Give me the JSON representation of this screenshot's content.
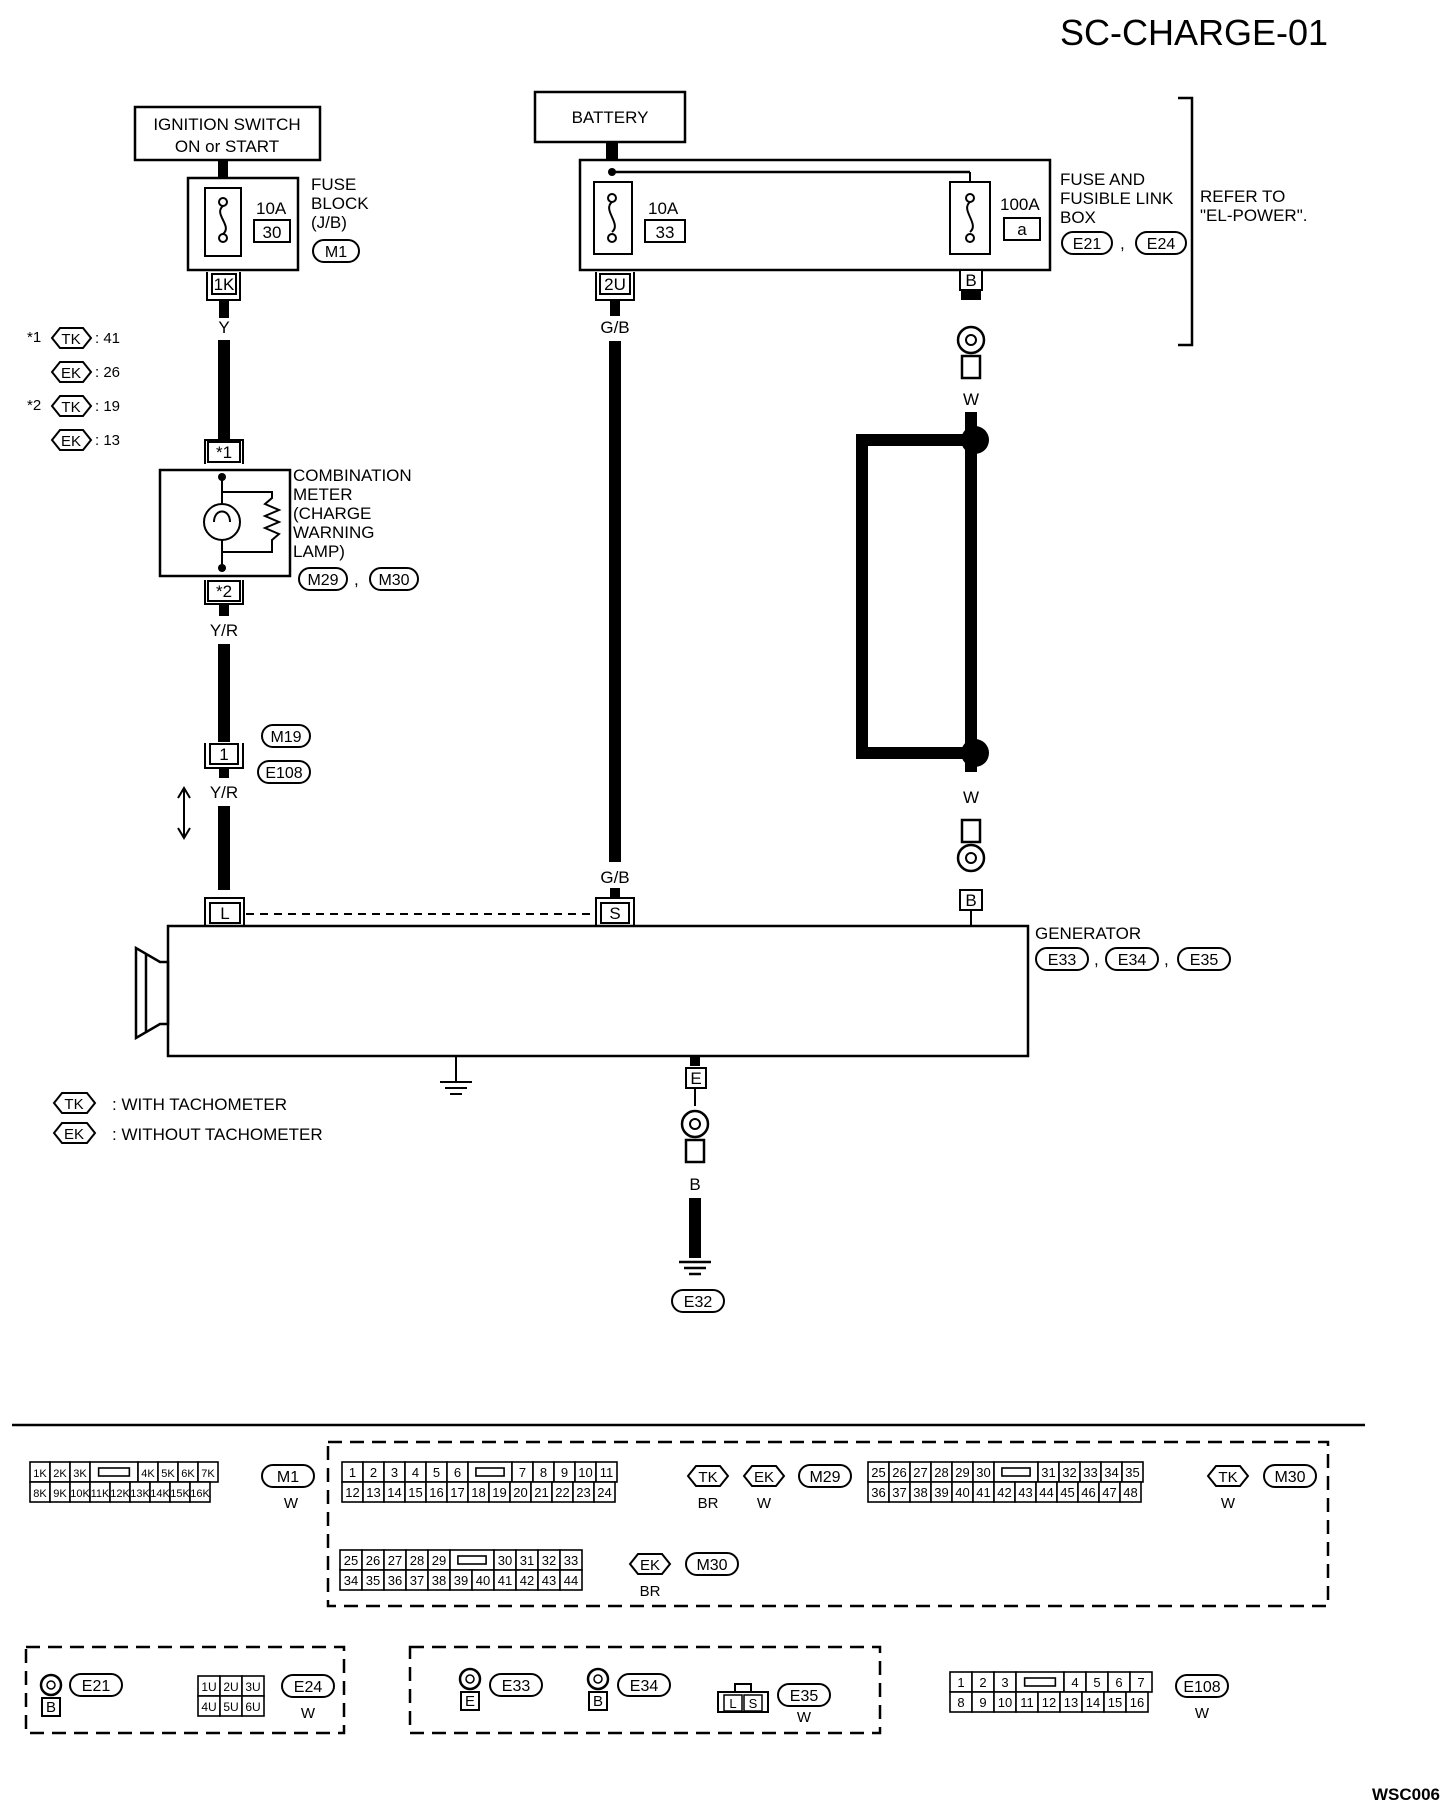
{
  "title": "SC-CHARGE-01",
  "figure_code": "WSC006",
  "components": {
    "ignition_line1": "IGNITION SWITCH",
    "ignition_line2": "ON or START",
    "battery": "BATTERY",
    "fuse_block": [
      "FUSE",
      "BLOCK",
      "(J/B)"
    ],
    "fuse_block_amp": "10A",
    "fuse_block_no": "30",
    "fuse_block_conn": "M1",
    "fuse_link_box": [
      "FUSE AND",
      "FUSIBLE LINK",
      "BOX"
    ],
    "fuse_link_amp": "10A",
    "fuse_link_no": "33",
    "fusible_link_amp": "100A",
    "fusible_link_id": "a",
    "fuse_link_conns": [
      "E21",
      "E24"
    ],
    "refer_to": [
      "REFER TO",
      "\"EL-POWER\"."
    ],
    "comb_meter": [
      "COMBINATION",
      "METER",
      "(CHARGE",
      "WARNING",
      "LAMP)"
    ],
    "comb_meter_conns": [
      "M29",
      "M30"
    ],
    "generator": "GENERATOR",
    "generator_conns": [
      "E33",
      "E34",
      "E35"
    ],
    "ground_conn": "E32"
  },
  "terminals": {
    "t1k": "1K",
    "t2u": "2U",
    "tB": "B",
    "star1": "*1",
    "star2": "*2",
    "t1": "1",
    "tL": "L",
    "tS": "S",
    "tB2": "B",
    "tE": "E",
    "tB3": "B"
  },
  "wires": {
    "y": "Y",
    "gb1": "G/B",
    "w1": "W",
    "yr1": "Y/R",
    "yr2": "Y/R",
    "w2": "W",
    "gb2": "G/B",
    "b": "B"
  },
  "joint_conns": [
    "M19",
    "E108"
  ],
  "pin_notes": [
    {
      "prefix": "*1",
      "badge": "TK",
      "pin": ": 41"
    },
    {
      "prefix": "",
      "badge": "EK",
      "pin": ": 26"
    },
    {
      "prefix": "*2",
      "badge": "TK",
      "pin": ": 19"
    },
    {
      "prefix": "",
      "badge": "EK",
      "pin": ": 13"
    }
  ],
  "legend": [
    {
      "badge": "TK",
      "text": ": WITH TACHOMETER"
    },
    {
      "badge": "EK",
      "text": ": WITHOUT TACHOMETER"
    }
  ],
  "connectors": {
    "m1": {
      "top": [
        "1K",
        "2K",
        "3K",
        "",
        "4K",
        "5K",
        "6K",
        "7K"
      ],
      "bottom": [
        "8K",
        "9K",
        "10K",
        "11K",
        "12K",
        "13K",
        "14K",
        "15K",
        "16K"
      ],
      "id": "M1",
      "color": "W"
    },
    "m29": {
      "top": [
        "1",
        "2",
        "3",
        "4",
        "5",
        "6",
        "",
        "7",
        "8",
        "9",
        "10",
        "11"
      ],
      "bottom": [
        "12",
        "13",
        "14",
        "15",
        "16",
        "17",
        "18",
        "19",
        "20",
        "21",
        "22",
        "23",
        "24"
      ],
      "badges": [
        "TK",
        "EK"
      ],
      "colors": [
        "BR",
        "W"
      ],
      "id": "M29"
    },
    "m30tk": {
      "top": [
        "25",
        "26",
        "27",
        "28",
        "29",
        "30",
        "",
        "31",
        "32",
        "33",
        "34",
        "35"
      ],
      "bottom": [
        "36",
        "37",
        "38",
        "39",
        "40",
        "41",
        "42",
        "43",
        "44",
        "45",
        "46",
        "47",
        "48"
      ],
      "badge": "TK",
      "color": "W",
      "id": "M30"
    },
    "m30ek": {
      "top": [
        "25",
        "26",
        "27",
        "28",
        "29",
        "",
        "30",
        "31",
        "32",
        "33"
      ],
      "bottom": [
        "34",
        "35",
        "36",
        "37",
        "38",
        "39",
        "40",
        "41",
        "42",
        "43",
        "44"
      ],
      "badge": "EK",
      "color": "BR",
      "id": "M30"
    },
    "e21": {
      "id": "E21",
      "term": "B"
    },
    "e24": {
      "top": [
        "1U",
        "2U",
        "3U"
      ],
      "bottom": [
        "4U",
        "5U",
        "6U"
      ],
      "id": "E24",
      "color": "W"
    },
    "e33": {
      "id": "E33",
      "term": "E"
    },
    "e34": {
      "id": "E34",
      "term": "B"
    },
    "e35": {
      "id": "E35",
      "terms": [
        "L",
        "S"
      ],
      "color": "W"
    },
    "e108": {
      "top": [
        "1",
        "2",
        "3",
        "",
        "4",
        "5",
        "6",
        "7"
      ],
      "bottom": [
        "8",
        "9",
        "10",
        "11",
        "12",
        "13",
        "14",
        "15",
        "16"
      ],
      "id": "E108",
      "color": "W"
    }
  }
}
